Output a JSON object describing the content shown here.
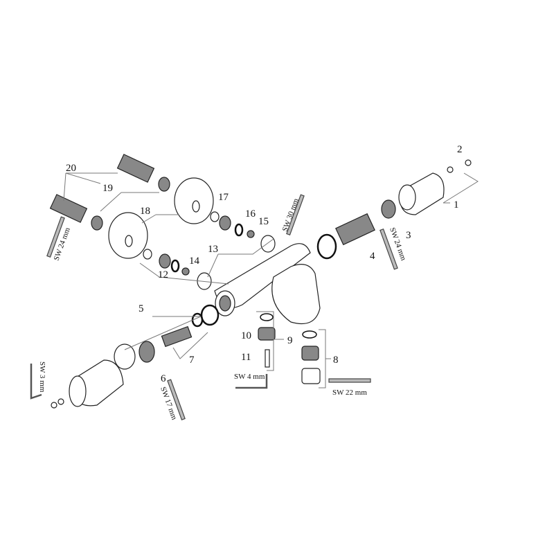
{
  "part_numbers": [
    "1",
    "2",
    "3",
    "4",
    "5",
    "6",
    "7",
    "8",
    "9",
    "10",
    "11",
    "12",
    "13",
    "14",
    "15",
    "16",
    "17",
    "18",
    "19",
    "20"
  ],
  "tool_labels": {
    "sw24_left": "SW 24 mm",
    "sw30": "SW 30 mm",
    "sw24_right": "SW 24 mm",
    "sw17": "SW 17 mm",
    "sw3": "SW 3 mm",
    "sw4": "SW 4 mm",
    "sw22": "SW 22 mm"
  }
}
